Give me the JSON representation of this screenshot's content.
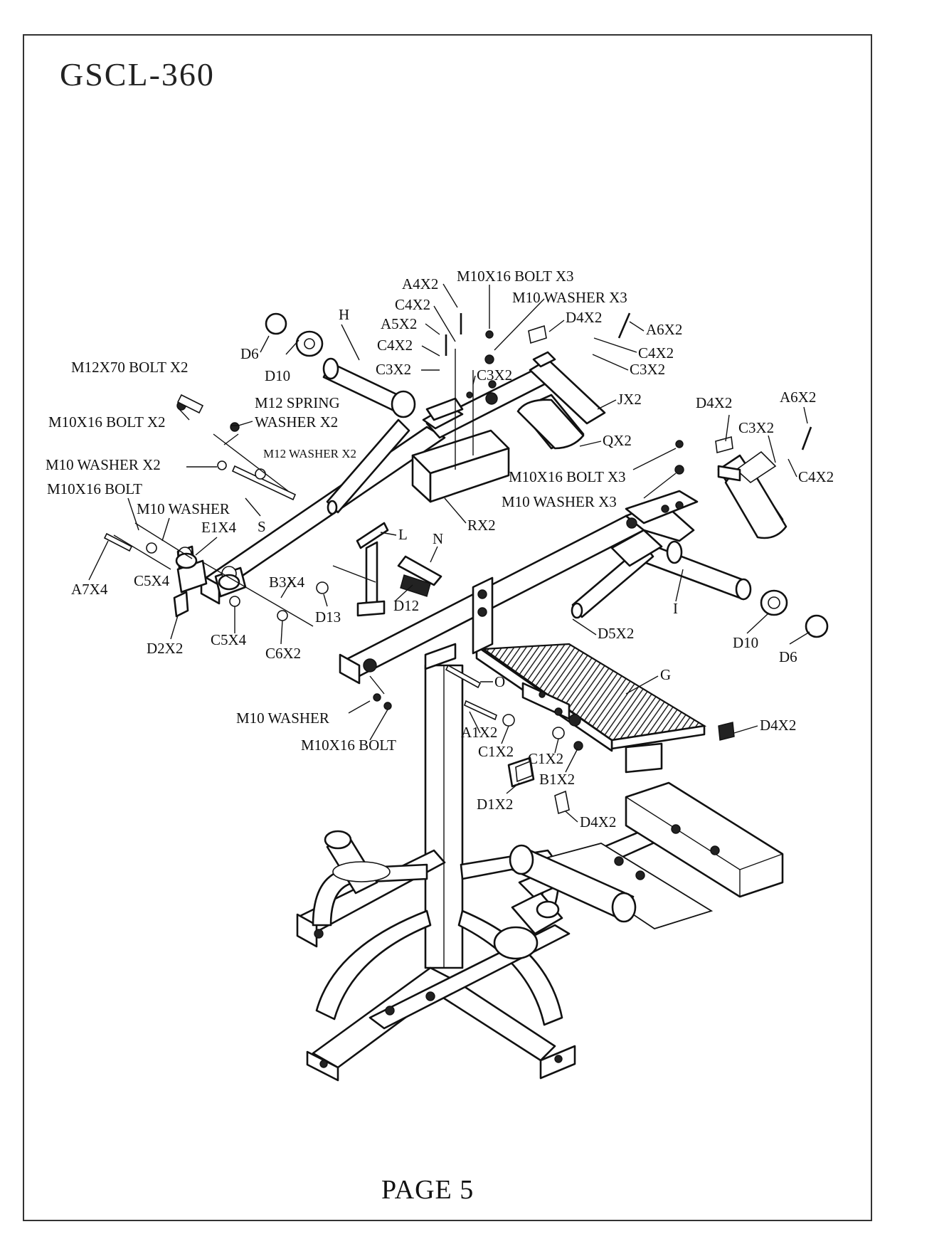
{
  "document": {
    "model_title": "GSCL-360",
    "page_label": "PAGE 5"
  },
  "labels": {
    "a4x2": "A4X2",
    "m10x16_bolt_x3_top": "M10X16 BOLT X3",
    "c4x2_top": "C4X2",
    "m10_washer_x3_top": "M10 WASHER X3",
    "a5x2": "A5X2",
    "d4x2_top": "D4X2",
    "a6x2_top": "A6X2",
    "h": "H",
    "c4x2_mid": "C4X2",
    "c4x2_right_top": "C4X2",
    "d6_left": "D6",
    "c3x2_mid": "C3X2",
    "c3x2_center": "C3X2",
    "c3x2_right_top": "C3X2",
    "m12x70_bolt_x2": "M12X70 BOLT X2",
    "d10_left": "D10",
    "jx2": "JX2",
    "d4x2_right": "D4X2",
    "a6x2_right": "A6X2",
    "m12_spring": "M12 SPRING",
    "washer_x2": "WASHER X2",
    "m10x16_bolt_x2": "M10X16 BOLT X2",
    "c3x2_right": "C3X2",
    "qx2": "QX2",
    "m12_washer_x2": "M12 WASHER X2",
    "c4x2_right": "C4X2",
    "m10_washer_x2": "M10 WASHER X2",
    "m10x16_bolt_x3_mid": "M10X16 BOLT X3",
    "m10x16_bolt_left": "M10X16 BOLT",
    "m10_washer_x3_mid": "M10 WASHER X3",
    "m10_washer_left": "M10 WASHER",
    "s": "S",
    "e1x4": "E1X4",
    "rx2": "RX2",
    "l": "L",
    "n": "N",
    "c5x4_left": "C5X4",
    "b3x4": "B3X4",
    "a7x4": "A7X4",
    "d13": "D13",
    "d12": "D12",
    "i": "I",
    "d5x2": "D5X2",
    "c5x4_mid": "C5X4",
    "c6x2": "C6X2",
    "d2x2": "D2X2",
    "d10_right": "D10",
    "d6_right": "D6",
    "g": "G",
    "o": "O",
    "m10_washer_bottom": "M10 WASHER",
    "a1x2": "A1X2",
    "d4x2_bottom_right": "D4X2",
    "m10x16_bolt_bottom": "M10X16 BOLT",
    "c1x2_left": "C1X2",
    "c1x2_right": "C1X2",
    "b1x2": "B1X2",
    "d1x2": "D1X2",
    "d4x2_bottom": "D4X2"
  }
}
